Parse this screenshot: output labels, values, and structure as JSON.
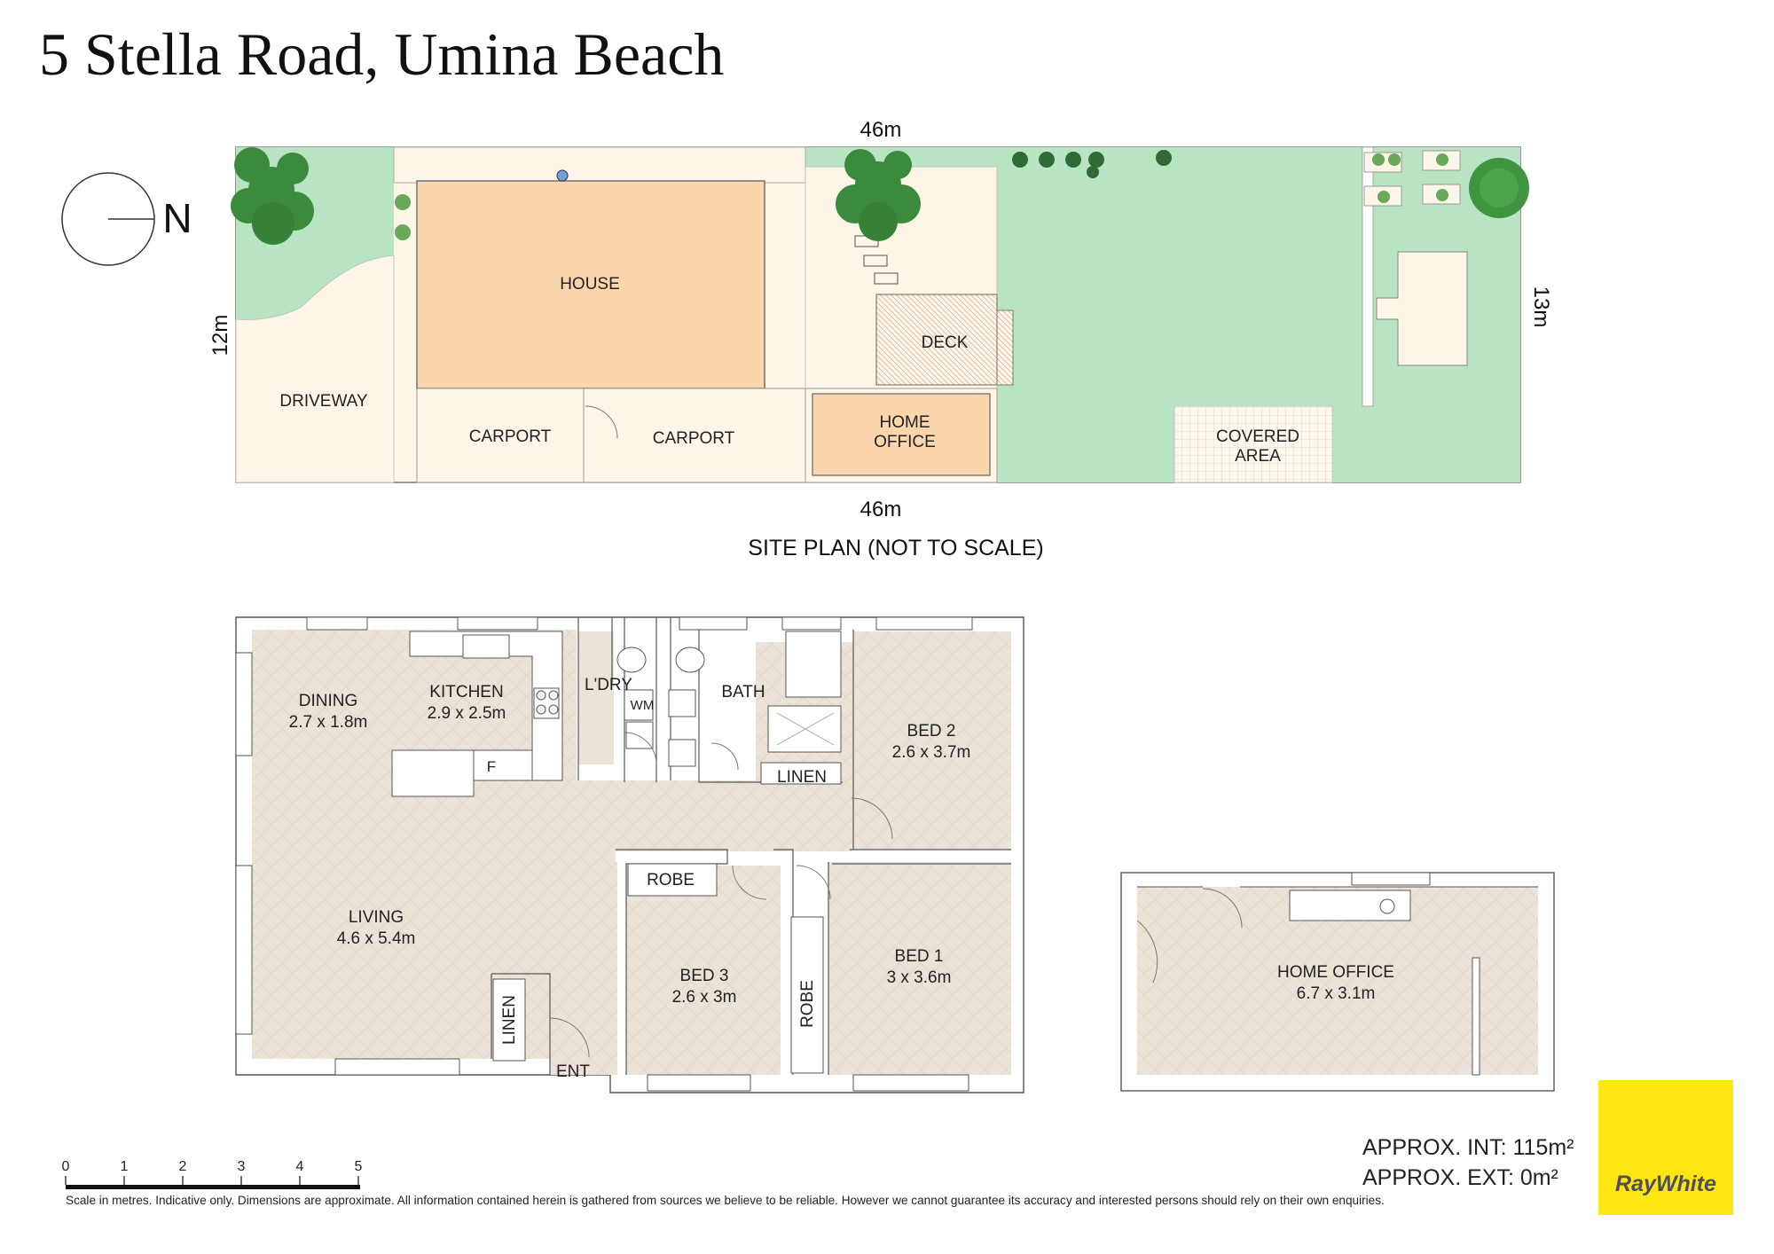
{
  "title": "5 Stella Road, Umina Beach",
  "compass": {
    "label": "N"
  },
  "site_plan": {
    "top_dimension": "46m",
    "bottom_dimension": "46m",
    "left_dimension": "12m",
    "right_dimension": "13m",
    "caption": "SITE PLAN (NOT TO SCALE)",
    "labels": {
      "house": "HOUSE",
      "driveway": "DRIVEWAY",
      "carport_1": "CARPORT",
      "carport_2": "CARPORT",
      "deck": "DECK",
      "home_office_1": "HOME",
      "home_office_2": "OFFICE",
      "covered_1": "COVERED",
      "covered_2": "AREA"
    }
  },
  "floor_plan": {
    "rooms": {
      "dining": {
        "name": "DINING",
        "size": "2.7 x 1.8m"
      },
      "kitchen": {
        "name": "KITCHEN",
        "size": "2.9 x 2.5m"
      },
      "laundry": {
        "name": "L'DRY"
      },
      "bath": {
        "name": "BATH"
      },
      "bed2": {
        "name": "BED 2",
        "size": "2.6 x 3.7m"
      },
      "living": {
        "name": "LIVING",
        "size": "4.6 x 5.4m"
      },
      "bed3": {
        "name": "BED 3",
        "size": "2.6 x 3m"
      },
      "bed1": {
        "name": "BED 1",
        "size": "3 x 3.6m"
      },
      "office": {
        "name": "HOME OFFICE",
        "size": "6.7 x 3.1m"
      }
    },
    "fixtures": {
      "wm": "WM",
      "fridge": "F",
      "linen_hall": "LINEN",
      "linen_entry": "LINEN",
      "robe_bed3": "ROBE",
      "robe_bed1": "ROBE",
      "entry": "ENT"
    }
  },
  "scale_bar": {
    "ticks": [
      "0",
      "1",
      "2",
      "3",
      "4",
      "5"
    ]
  },
  "area_summary": {
    "internal": "APPROX. INT:  115m²",
    "external": "APPROX. EXT:  0m²"
  },
  "disclaimer": "Scale in metres. Indicative only. Dimensions are approximate. All information contained herein is gathered from sources we believe to be reliable. However we cannot guarantee its accuracy and interested persons should rely on their own enquiries.",
  "brand": {
    "name": "RayWhite",
    "color": "#ffe512"
  },
  "colors": {
    "lawn": "#b8e4c4",
    "building": "#fbd6ac",
    "paving": "#fdf5e7",
    "floor": "#ece3d8",
    "wall": "#ffffff"
  }
}
